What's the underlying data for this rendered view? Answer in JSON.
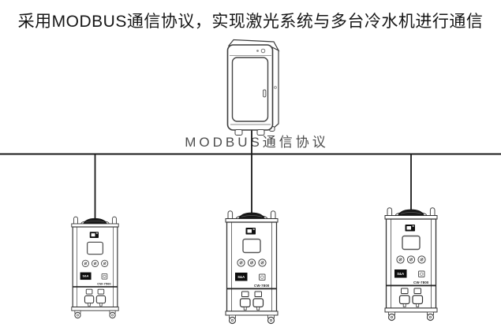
{
  "title": "采用MODBUS通信协议，实现激光系统与多台冷水机进行通信",
  "bus": {
    "label": "MODBUS通信协议"
  },
  "chillers": [
    {
      "brand": "S&A",
      "model": "CW-7500"
    },
    {
      "brand": "S&A",
      "model": "CW-7800"
    },
    {
      "brand": "S&A",
      "model": "CW-7800"
    }
  ],
  "colors": {
    "line": "#1a1a1a",
    "title_text": "#161616",
    "bus_label_text": "#4d4d4d",
    "device_stroke": "#333333",
    "dark_fill": "#121212"
  }
}
